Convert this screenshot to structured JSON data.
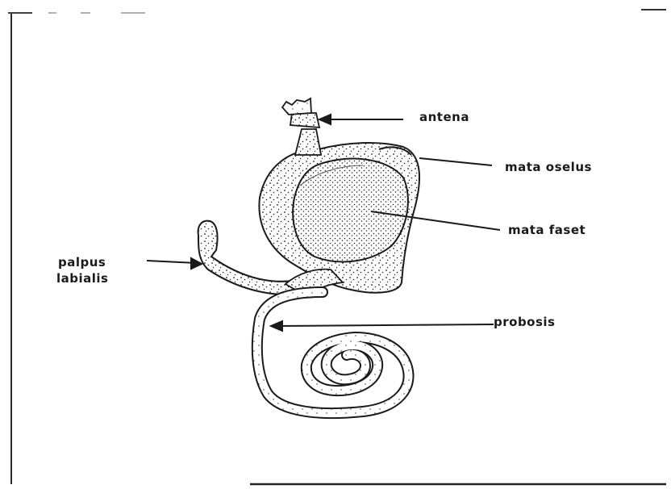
{
  "labels": {
    "antena": "antena",
    "mata_oselus": "mata oselus",
    "mata_faset": "mata faset",
    "palpus_line1": "palpus",
    "palpus_line2": "labialis",
    "probosis": "probosis"
  }
}
